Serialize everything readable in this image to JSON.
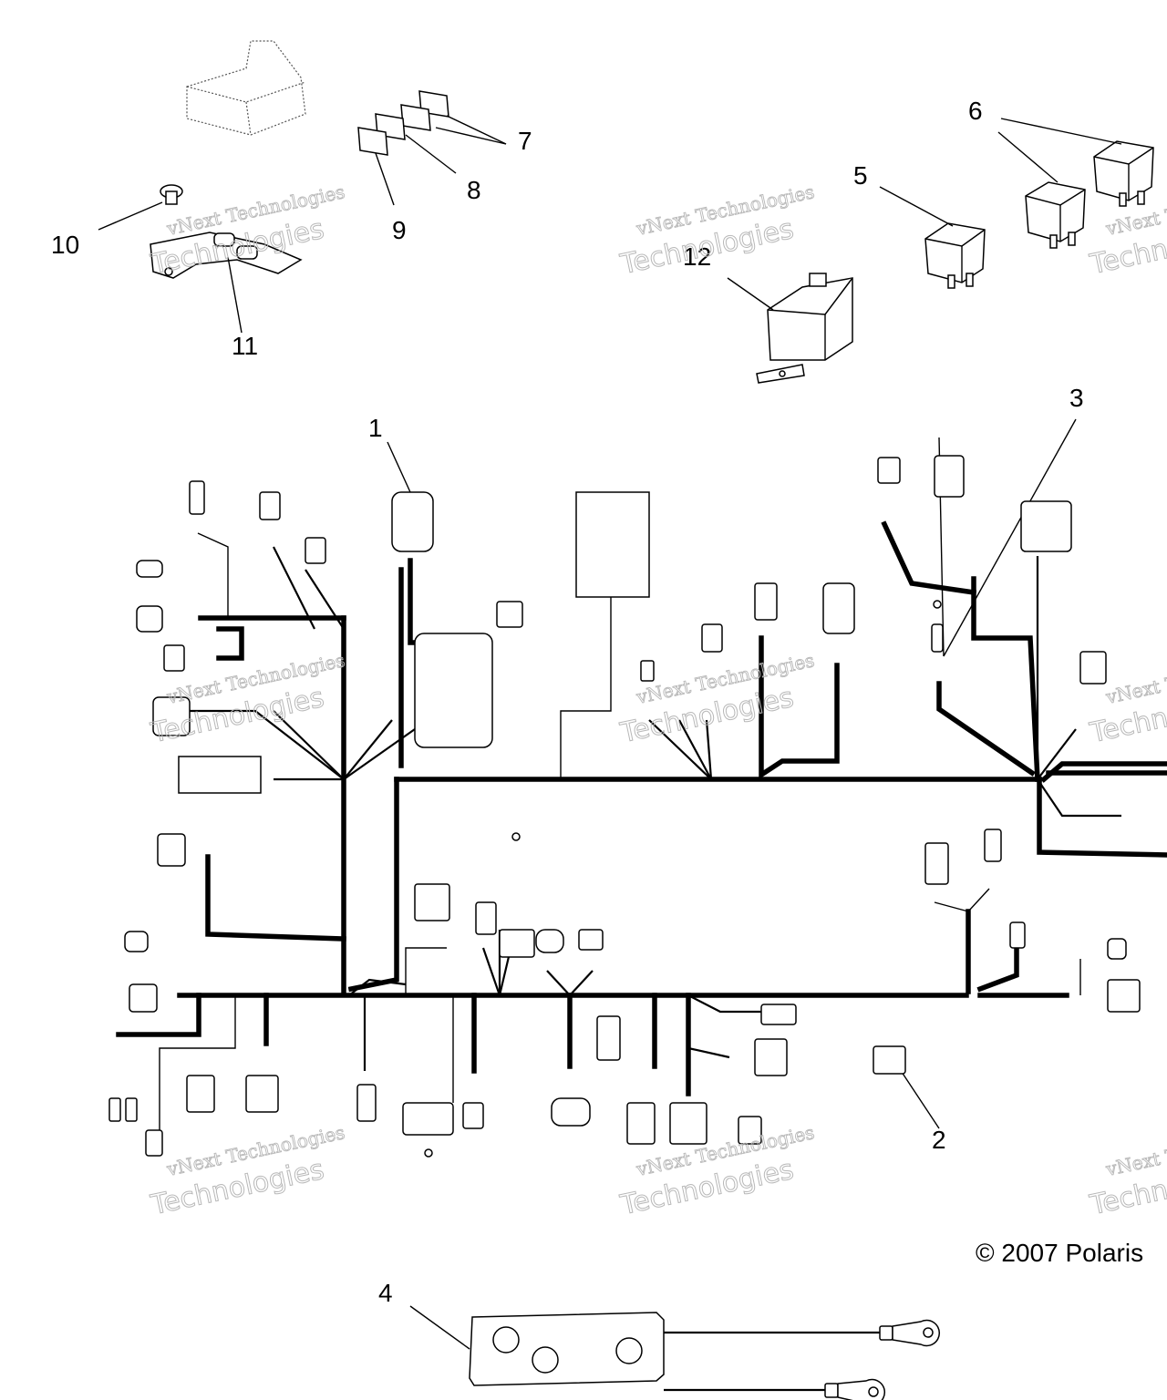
{
  "callouts": {
    "c1": "1",
    "c2": "2",
    "c3": "3",
    "c4": "4",
    "c5": "5",
    "c6": "6",
    "c7": "7",
    "c8": "8",
    "c9": "9",
    "c10": "10",
    "c11": "11",
    "c12": "12"
  },
  "copyright": "© 2007 Polaris",
  "watermark": {
    "line1": "vNext Technologies",
    "line2": "Technologies"
  }
}
